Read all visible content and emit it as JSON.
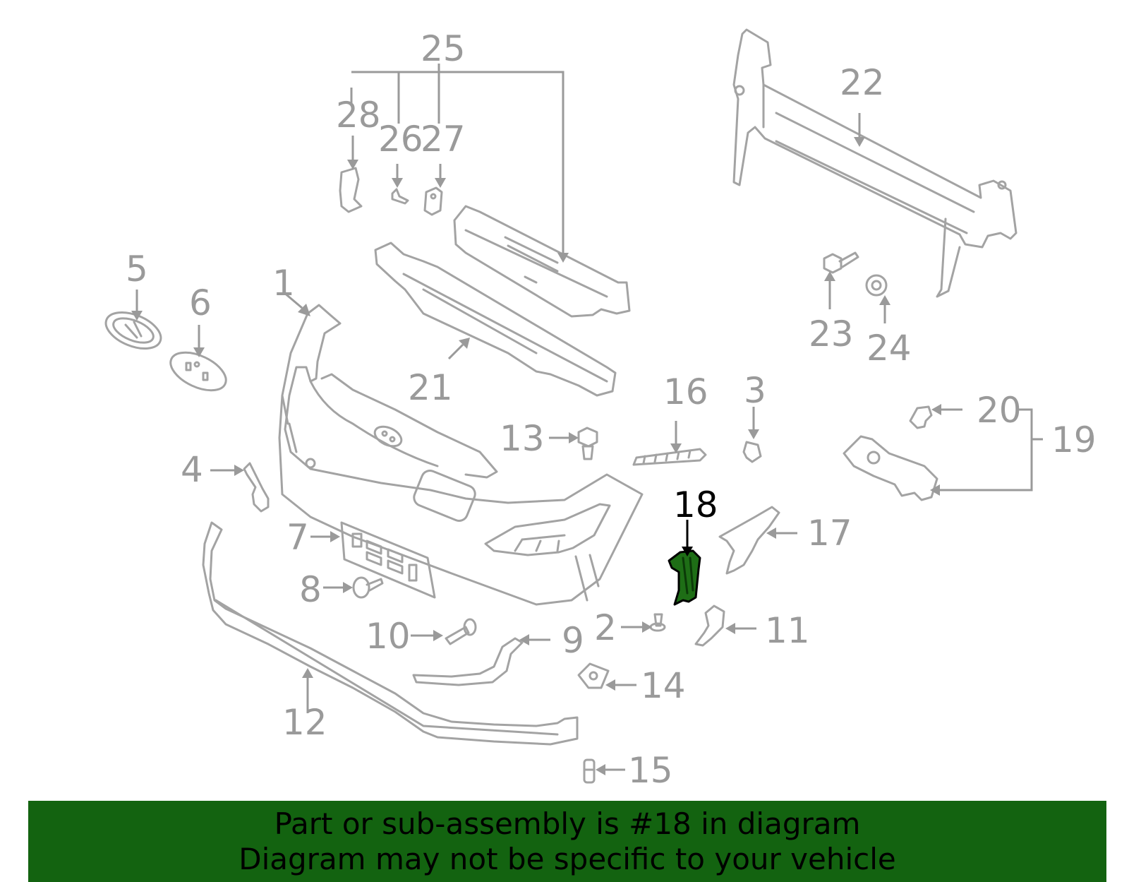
{
  "highlighted_part": "18",
  "colors": {
    "part_stroke": "#a3a3a3",
    "label_text": "#9a9a9a",
    "highlight_fill": "#1e6e16",
    "highlight_label": "#000000",
    "banner_bg": "#136310",
    "banner_text": "#000000"
  },
  "callouts": [
    "1",
    "2",
    "3",
    "4",
    "5",
    "6",
    "7",
    "8",
    "9",
    "10",
    "11",
    "12",
    "13",
    "14",
    "15",
    "16",
    "17",
    "18",
    "19",
    "20",
    "21",
    "22",
    "23",
    "24",
    "25",
    "26",
    "27",
    "28"
  ],
  "banner": {
    "line1": "Part or sub-assembly is #18 in diagram",
    "line2": "Diagram may not be specific to your vehicle"
  }
}
